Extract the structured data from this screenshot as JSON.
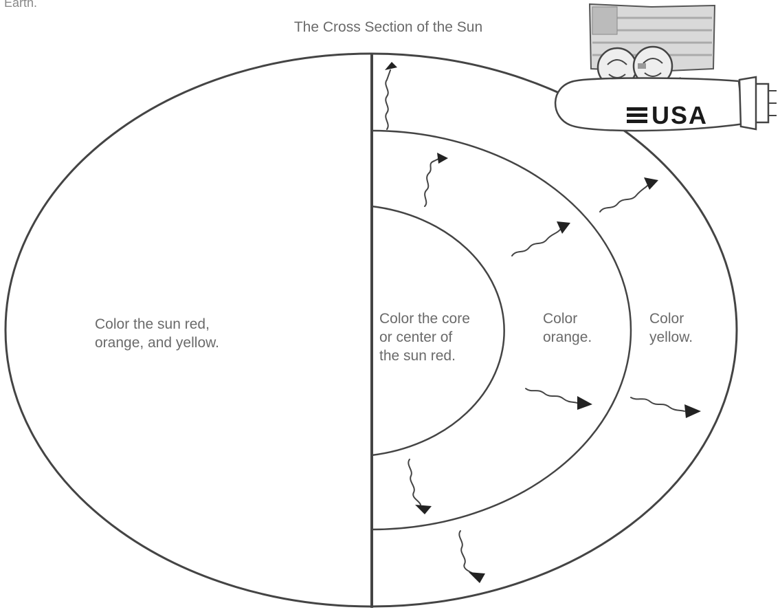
{
  "top_fragment": "Earth.",
  "title": "The Cross Section of the Sun",
  "labels": {
    "whole_sun": [
      "Color the sun red,",
      "orange, and yellow."
    ],
    "core": [
      "Color the core",
      "or center of",
      "the sun red."
    ],
    "middle_layer": [
      "Color",
      "orange."
    ],
    "outer_layer": [
      "Color",
      "yellow."
    ]
  },
  "ship_text": "USA",
  "icons": {
    "ship": "space-shuttle-icon",
    "flag": "flag-icon",
    "astronauts": "astronauts-icon",
    "arrows": "wavy-arrow-icon"
  },
  "colors": {
    "line": "#444444",
    "text": "#6a6a6a",
    "background": "#ffffff"
  }
}
